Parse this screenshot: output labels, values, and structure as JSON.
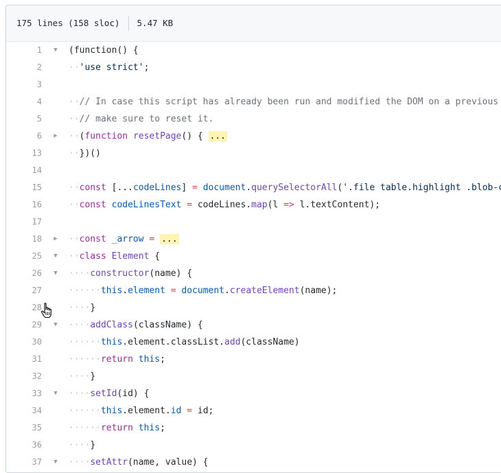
{
  "file_info": {
    "lines": "175 lines (158 sloc)",
    "size": "5.47 KB"
  },
  "lines": [
    {
      "num": "1",
      "fold": "down",
      "segs": [
        [
          "p",
          "(function() {"
        ]
      ]
    },
    {
      "num": "2",
      "fold": "",
      "segs": [
        [
          "ws",
          "··"
        ],
        [
          "str",
          "'use strict'"
        ],
        [
          "p",
          ";"
        ]
      ]
    },
    {
      "num": "3",
      "fold": "",
      "segs": []
    },
    {
      "num": "4",
      "fold": "",
      "segs": [
        [
          "ws",
          "··"
        ],
        [
          "cm",
          "// In case this script has already been run and modified the DOM on a previous"
        ]
      ]
    },
    {
      "num": "5",
      "fold": "",
      "segs": [
        [
          "ws",
          "··"
        ],
        [
          "cm",
          "// make sure to reset it."
        ]
      ]
    },
    {
      "num": "6",
      "fold": "right",
      "segs": [
        [
          "ws",
          "··"
        ],
        [
          "p",
          "("
        ],
        [
          "kw",
          "function"
        ],
        [
          "p",
          " "
        ],
        [
          "fn",
          "resetPage"
        ],
        [
          "p",
          "() { "
        ],
        [
          "el",
          "..."
        ]
      ]
    },
    {
      "num": "13",
      "fold": "",
      "segs": [
        [
          "ws",
          "··"
        ],
        [
          "p",
          "})()"
        ]
      ]
    },
    {
      "num": "14",
      "fold": "",
      "segs": []
    },
    {
      "num": "15",
      "fold": "",
      "segs": [
        [
          "ws",
          "··"
        ],
        [
          "kw",
          "const"
        ],
        [
          "p",
          " [..."
        ],
        [
          "vr",
          "codeLines"
        ],
        [
          "p",
          "] "
        ],
        [
          "op",
          "="
        ],
        [
          "p",
          " "
        ],
        [
          "vr",
          "document"
        ],
        [
          "p",
          "."
        ],
        [
          "fn",
          "querySelectorAll"
        ],
        [
          "p",
          "("
        ],
        [
          "str",
          "'.file table.highlight .blob-code'"
        ]
      ]
    },
    {
      "num": "16",
      "fold": "",
      "segs": [
        [
          "ws",
          "··"
        ],
        [
          "kw",
          "const"
        ],
        [
          "p",
          " "
        ],
        [
          "vr",
          "codeLinesText"
        ],
        [
          "p",
          " "
        ],
        [
          "op",
          "="
        ],
        [
          "p",
          " codeLines."
        ],
        [
          "fn",
          "map"
        ],
        [
          "p",
          "(l "
        ],
        [
          "op",
          "=>"
        ],
        [
          "p",
          " l.textContent);"
        ]
      ]
    },
    {
      "num": "17",
      "fold": "",
      "segs": []
    },
    {
      "num": "18",
      "fold": "right",
      "segs": [
        [
          "ws",
          "··"
        ],
        [
          "kw",
          "const"
        ],
        [
          "p",
          " "
        ],
        [
          "vr",
          "_arrow"
        ],
        [
          "p",
          " "
        ],
        [
          "op",
          "="
        ],
        [
          "p",
          " "
        ],
        [
          "el",
          "..."
        ]
      ]
    },
    {
      "num": "25",
      "fold": "down",
      "segs": [
        [
          "ws",
          "··"
        ],
        [
          "kw",
          "class"
        ],
        [
          "p",
          " "
        ],
        [
          "fn",
          "Element"
        ],
        [
          "p",
          " {"
        ]
      ]
    },
    {
      "num": "26",
      "fold": "down",
      "segs": [
        [
          "ws",
          "····"
        ],
        [
          "fn",
          "constructor"
        ],
        [
          "p",
          "(name) {"
        ]
      ]
    },
    {
      "num": "27",
      "fold": "",
      "segs": [
        [
          "ws",
          "······"
        ],
        [
          "vr",
          "this"
        ],
        [
          "p",
          "."
        ],
        [
          "vr",
          "element"
        ],
        [
          "p",
          " "
        ],
        [
          "op",
          "="
        ],
        [
          "p",
          " "
        ],
        [
          "vr",
          "document"
        ],
        [
          "p",
          "."
        ],
        [
          "fn",
          "createElement"
        ],
        [
          "p",
          "(name);"
        ]
      ]
    },
    {
      "num": "28",
      "fold": "",
      "segs": [
        [
          "ws",
          "····"
        ],
        [
          "p",
          "}"
        ]
      ]
    },
    {
      "num": "29",
      "fold": "down",
      "segs": [
        [
          "ws",
          "····"
        ],
        [
          "fn",
          "addClass"
        ],
        [
          "p",
          "(className) {"
        ]
      ]
    },
    {
      "num": "30",
      "fold": "",
      "segs": [
        [
          "ws",
          "······"
        ],
        [
          "vr",
          "this"
        ],
        [
          "p",
          ".element.classList."
        ],
        [
          "fn",
          "add"
        ],
        [
          "p",
          "(className)"
        ]
      ]
    },
    {
      "num": "31",
      "fold": "",
      "segs": [
        [
          "ws",
          "······"
        ],
        [
          "kw",
          "return"
        ],
        [
          "p",
          " "
        ],
        [
          "vr",
          "this"
        ],
        [
          "p",
          ";"
        ]
      ]
    },
    {
      "num": "32",
      "fold": "",
      "segs": [
        [
          "ws",
          "····"
        ],
        [
          "p",
          "}"
        ]
      ]
    },
    {
      "num": "33",
      "fold": "down",
      "segs": [
        [
          "ws",
          "····"
        ],
        [
          "fn",
          "setId"
        ],
        [
          "p",
          "(id) {"
        ]
      ]
    },
    {
      "num": "34",
      "fold": "",
      "segs": [
        [
          "ws",
          "······"
        ],
        [
          "vr",
          "this"
        ],
        [
          "p",
          ".element."
        ],
        [
          "vr",
          "id"
        ],
        [
          "p",
          " "
        ],
        [
          "op",
          "="
        ],
        [
          "p",
          " id;"
        ]
      ]
    },
    {
      "num": "35",
      "fold": "",
      "segs": [
        [
          "ws",
          "······"
        ],
        [
          "kw",
          "return"
        ],
        [
          "p",
          " "
        ],
        [
          "vr",
          "this"
        ],
        [
          "p",
          ";"
        ]
      ]
    },
    {
      "num": "36",
      "fold": "",
      "segs": [
        [
          "ws",
          "····"
        ],
        [
          "p",
          "}"
        ]
      ]
    },
    {
      "num": "37",
      "fold": "down",
      "segs": [
        [
          "ws",
          "····"
        ],
        [
          "fn",
          "setAttr"
        ],
        [
          "p",
          "(name, value) {"
        ]
      ]
    }
  ]
}
